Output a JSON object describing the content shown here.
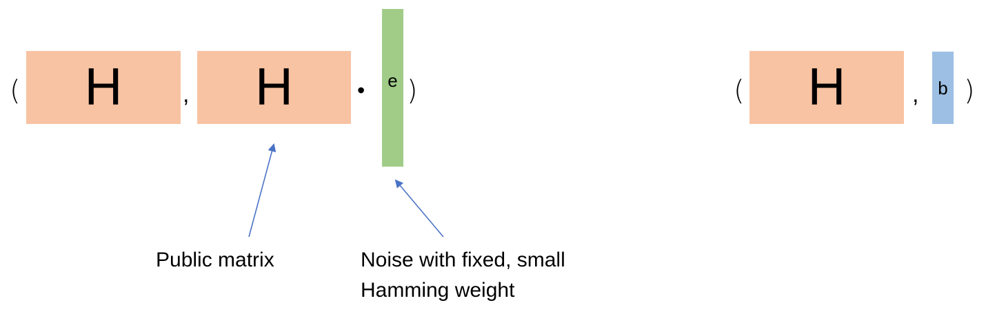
{
  "left_tuple": {
    "open_paren": "(",
    "first_matrix": "H",
    "comma": ",",
    "second_matrix": "H",
    "dot": "•",
    "noise_vector": "e",
    "close_paren": ")"
  },
  "right_tuple": {
    "open_paren": "(",
    "matrix": "H",
    "comma": ",",
    "vector": "b",
    "close_paren": ")"
  },
  "annotations": {
    "public_matrix": "Public matrix",
    "noise_line1": "Noise with fixed, small",
    "noise_line2": "Hamming weight"
  },
  "colors": {
    "matrix_fill": "#f8c3a3",
    "noise_fill": "#a0cc88",
    "vector_fill": "#9dbfe3",
    "arrow": "#4a72c4"
  }
}
